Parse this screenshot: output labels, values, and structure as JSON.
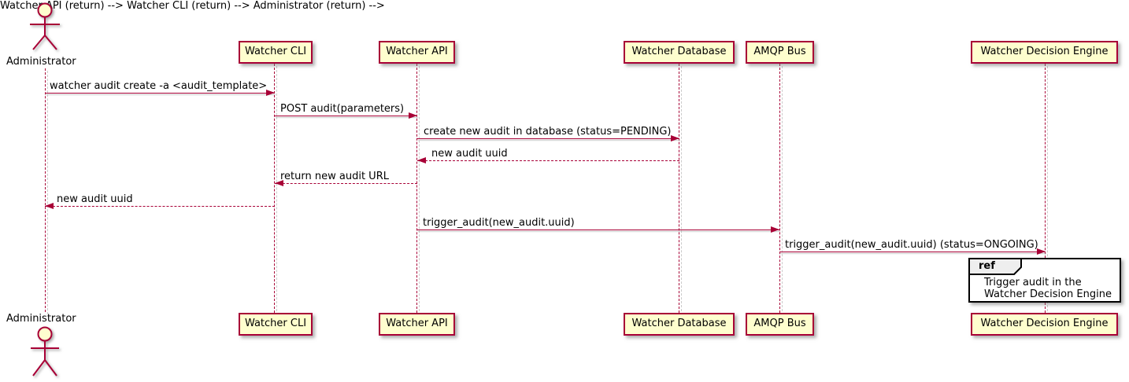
{
  "diagram": {
    "type": "sequence",
    "colors": {
      "participant_fill": "#FEFECE",
      "participant_border": "#A80036",
      "line_color": "#A80036",
      "text_color": "#000000",
      "ref_fill": "#FFFFFF",
      "ref_tab_fill": "#EEEEEE",
      "ref_border": "#000000",
      "background": "#FFFFFF"
    },
    "actor": {
      "name": "Administrator"
    },
    "participants": [
      {
        "label": "Watcher CLI"
      },
      {
        "label": "Watcher API"
      },
      {
        "label": "Watcher Database"
      },
      {
        "label": "AMQP Bus"
      },
      {
        "label": "Watcher Decision Engine"
      }
    ],
    "messages": [
      {
        "from": "Administrator",
        "to": "Watcher CLI",
        "style": "solid",
        "label": "watcher audit create -a <audit_template>"
      },
      {
        "from": "Watcher CLI",
        "to": "Watcher API",
        "style": "solid",
        "label": "POST audit(parameters)"
      },
      {
        "from": "Watcher API",
        "to": "Watcher Database",
        "style": "solid",
        "label": "create new audit in database (status=PENDING)"
      },
      {
        "from": "Watcher Database",
        "to": "Watcher API",
        "style": "dashed",
        "label": "new audit uuid"
      },
      {
        "from": "Watcher API",
        "to": "Watcher CLI",
        "style": "dashed",
        "label": "return new audit URL"
      },
      {
        "from": "Watcher CLI",
        "to": "Administrator",
        "style": "dashed",
        "label": "new audit uuid"
      },
      {
        "from": "Watcher API",
        "to": "AMQP Bus",
        "style": "solid",
        "label": "trigger_audit(new_audit.uuid)"
      },
      {
        "from": "AMQP Bus",
        "to": "Watcher Decision Engine",
        "style": "solid",
        "label": "trigger_audit(new_audit.uuid) (status=ONGOING)"
      }
    ],
    "ref": {
      "keyword": "ref",
      "over": "Watcher Decision Engine",
      "lines": [
        "Trigger audit in the",
        "Watcher Decision Engine"
      ]
    }
  }
}
